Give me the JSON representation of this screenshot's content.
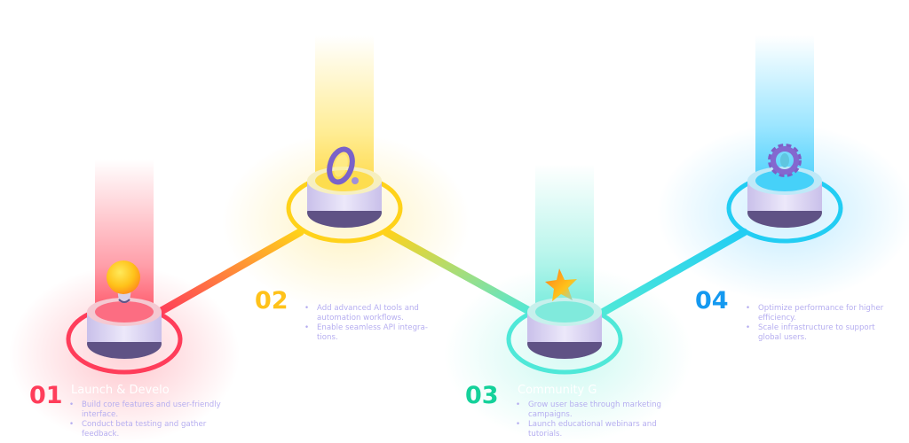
{
  "steps": [
    {
      "number": "01",
      "title": "Launch & Develo",
      "color": "#ff3d5a",
      "icon": "lightbulb-icon",
      "bullets": [
        "Build core features and user-friendly interface.",
        "Conduct beta testing and gather feedback."
      ]
    },
    {
      "number": "02",
      "title": "",
      "color": "#ffc21a",
      "icon": "magnifier-icon",
      "bullets": [
        "Add advanced AI tools and automation workflows.",
        "Enable seamless API integra-tions."
      ]
    },
    {
      "number": "03",
      "title": "Community G",
      "color": "#14d19a",
      "icon": "star-icon",
      "bullets": [
        "Grow user base through marketing campaigns.",
        "Launch educational webinars and tutorials."
      ]
    },
    {
      "number": "04",
      "title": "",
      "color": "#1499f0",
      "icon": "gear-icon",
      "bullets": [
        "Optimize performance for higher efficiency.",
        "Scale infrastructure to support global users."
      ]
    }
  ],
  "colors": {
    "bullet_text": "#b6aef0",
    "platform_top": "#e3def5",
    "platform_base": "#5f5285"
  }
}
